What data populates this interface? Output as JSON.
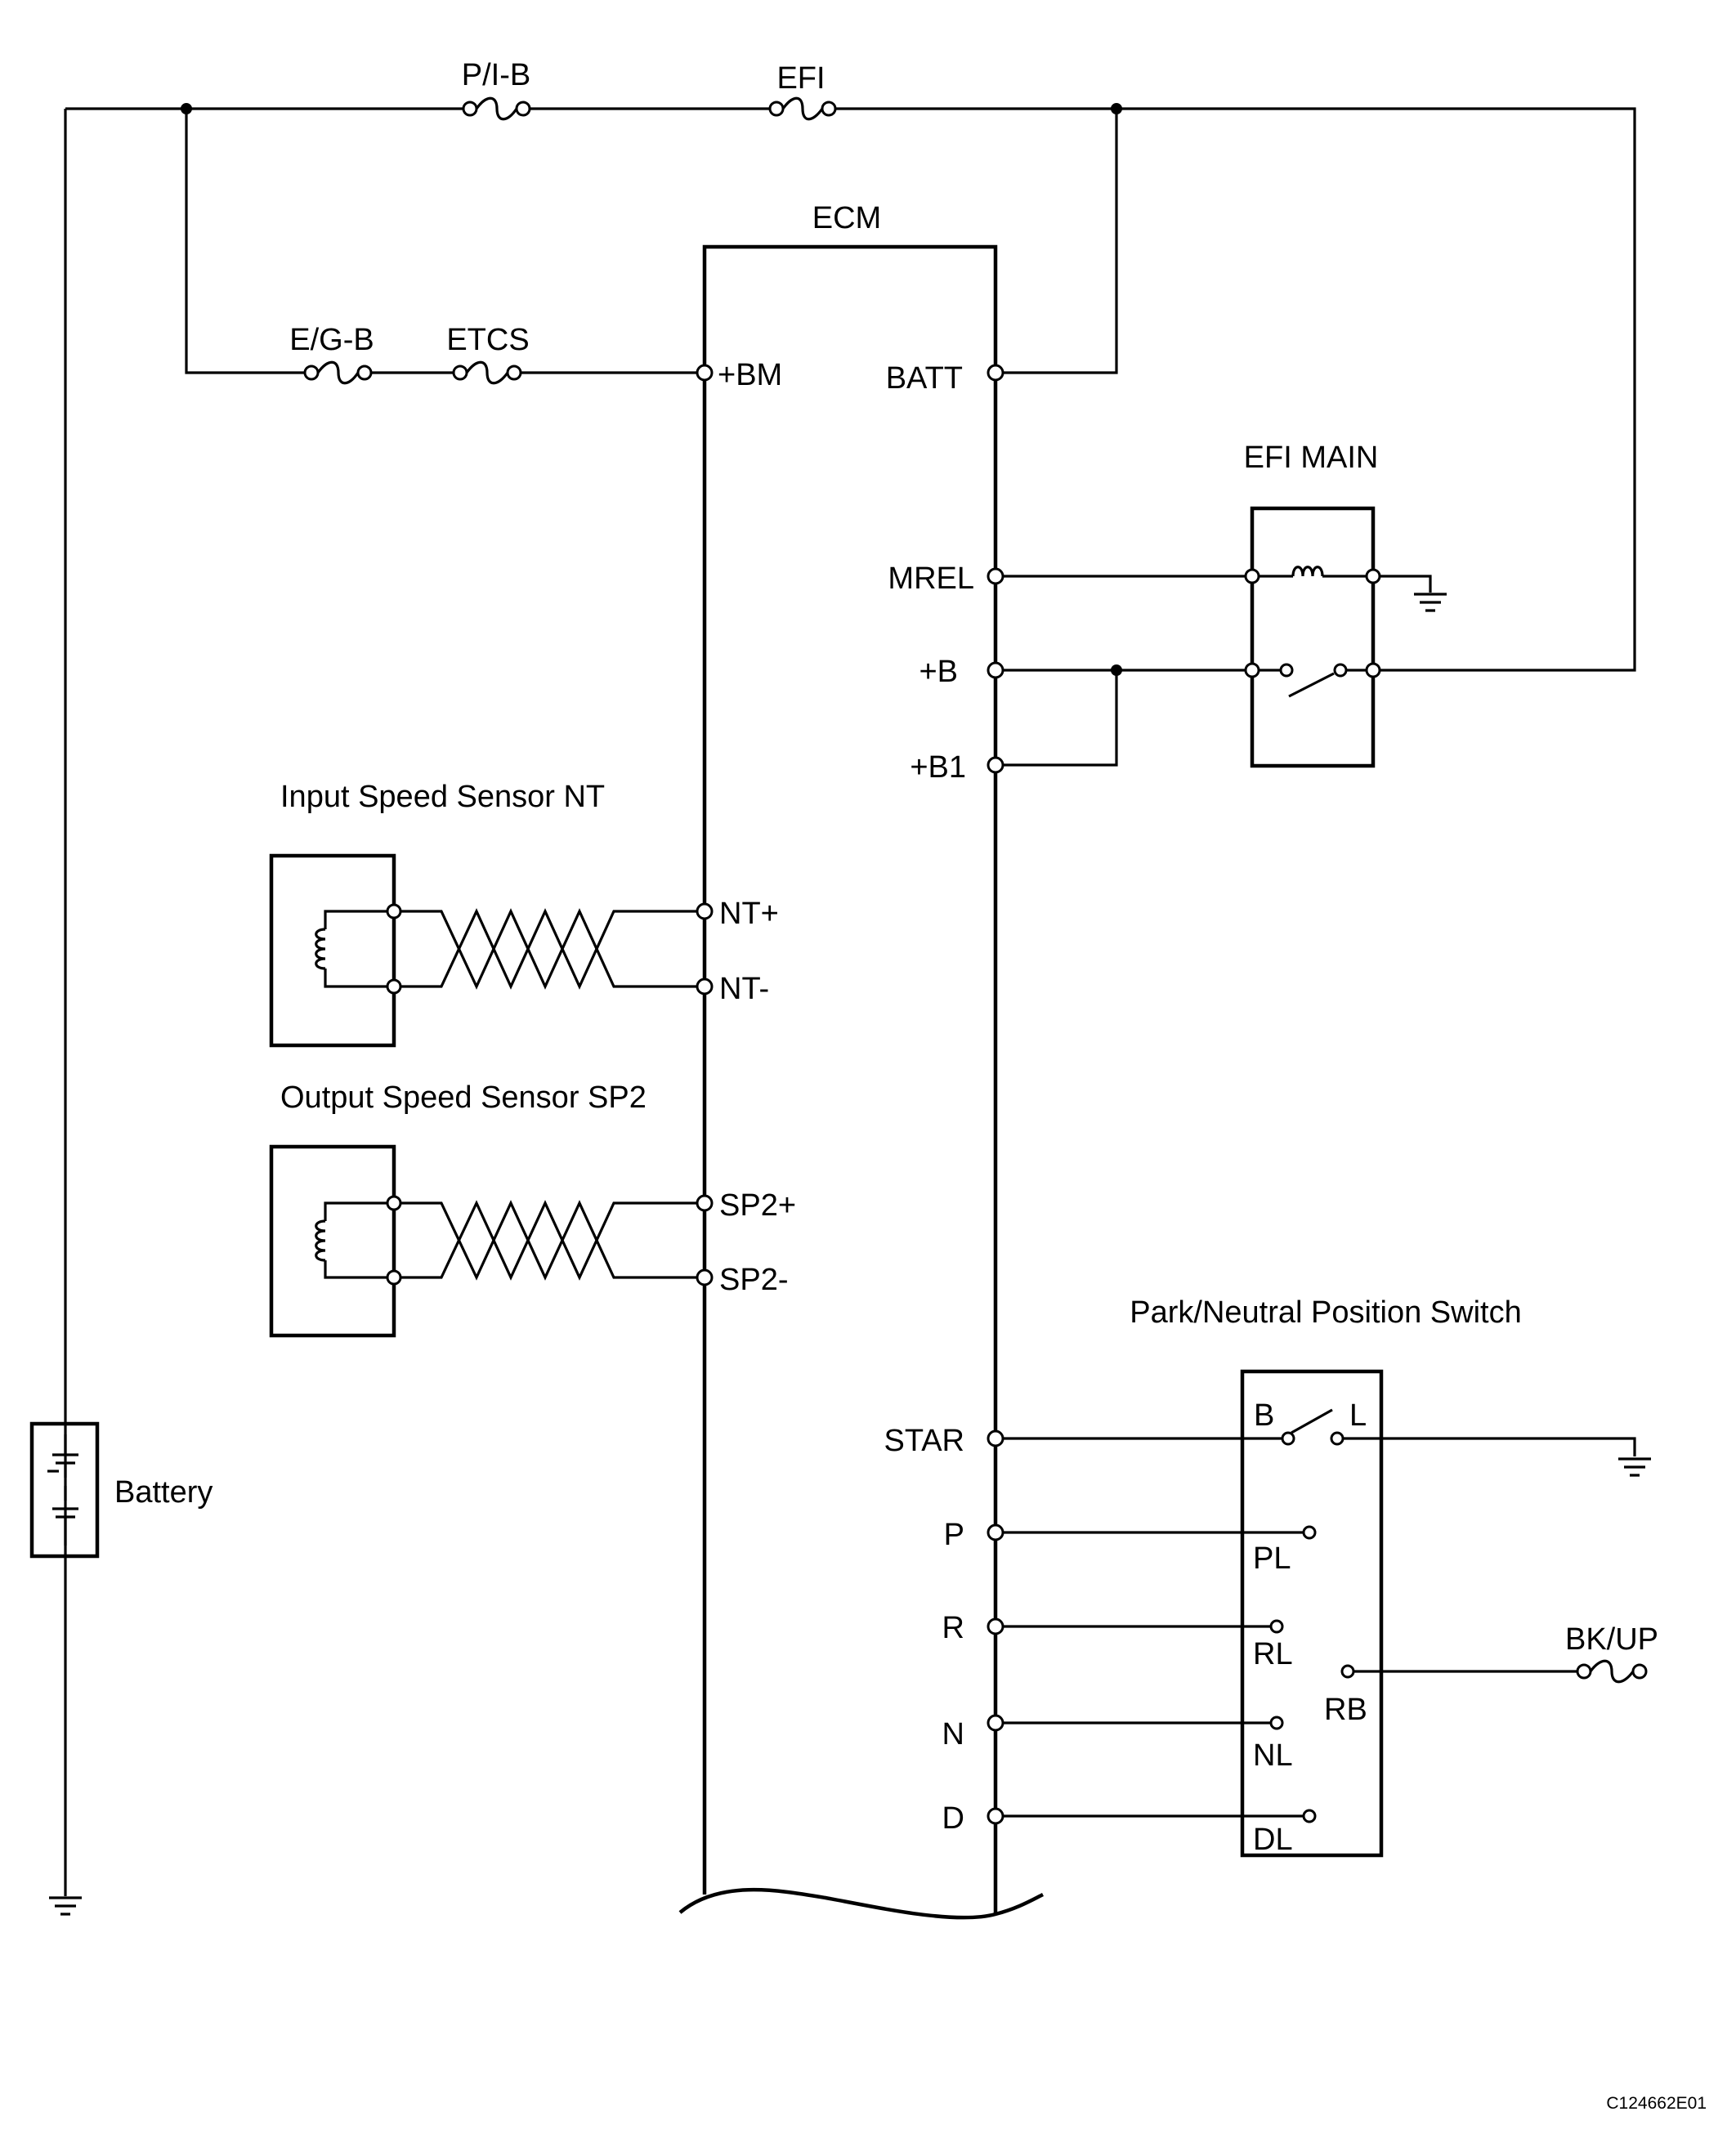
{
  "fuses": {
    "pib": "P/I-B",
    "efi": "EFI",
    "egb": "E/G-B",
    "etcs": "ETCS",
    "bkup": "BK/UP"
  },
  "ecm": {
    "title": "ECM",
    "pins": {
      "bm": "+BM",
      "batt": "BATT",
      "mrel": "MREL",
      "b": "+B",
      "b1": "+B1",
      "ntp": "NT+",
      "ntm": "NT-",
      "sp2p": "SP2+",
      "sp2m": "SP2-",
      "star": "STAR",
      "p": "P",
      "r": "R",
      "n": "N",
      "d": "D"
    }
  },
  "relay": {
    "title": "EFI MAIN"
  },
  "sensors": {
    "input_title": "Input Speed Sensor NT",
    "output_title": "Output Speed Sensor SP2"
  },
  "switch": {
    "title": "Park/Neutral Position Switch",
    "terminals": {
      "b": "B",
      "l": "L",
      "pl": "PL",
      "rl": "RL",
      "rb": "RB",
      "nl": "NL",
      "dl": "DL"
    }
  },
  "battery": {
    "label": "Battery"
  },
  "figure_code": "C124662E01"
}
